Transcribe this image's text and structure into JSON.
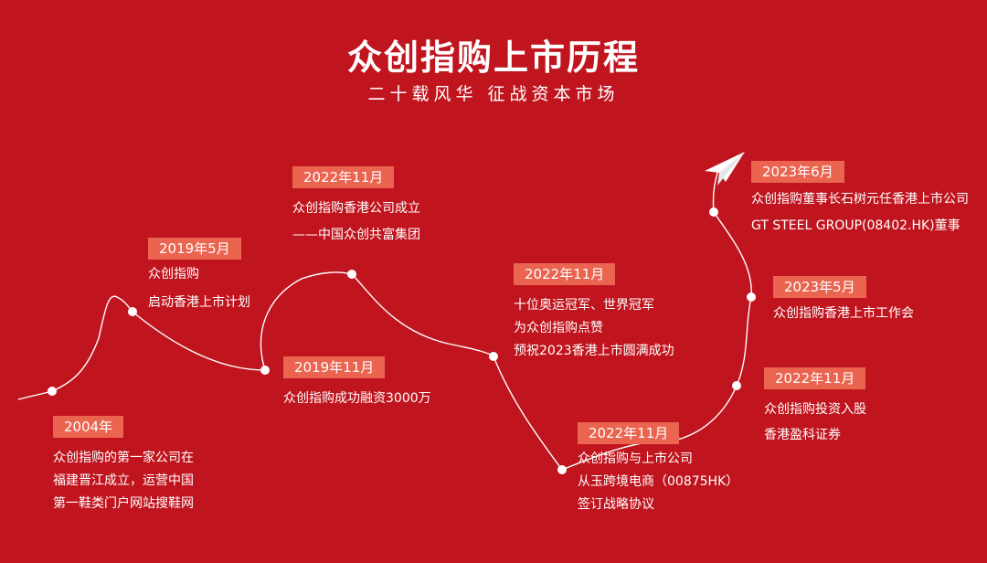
{
  "header": {
    "title": "众创指购上市历程",
    "subtitle": "二十载风华  征战资本市场"
  },
  "timeline": [
    {
      "date": "2004年",
      "lines": [
        "众创指购的第一家公司在",
        "福建晋江成立，运营中国",
        "第一鞋类门户网站搜鞋网"
      ]
    },
    {
      "date": "2019年5月",
      "lines": [
        "众创指购",
        "启动香港上市计划"
      ]
    },
    {
      "date": "2019年11月",
      "lines": [
        "众创指购成功融资3000万"
      ]
    },
    {
      "date": "2022年11月",
      "lines": [
        "众创指购香港公司成立",
        "——中国众创共富集团"
      ]
    },
    {
      "date": "2022年11月",
      "lines": [
        "十位奥运冠军、世界冠军",
        "为众创指购点赞",
        "预祝2023香港上市圆满成功"
      ]
    },
    {
      "date": "2022年11月",
      "lines": [
        "众创指购与上市公司",
        "从玉跨境电商（00875HK）",
        "签订战略协议"
      ]
    },
    {
      "date": "2022年11月",
      "lines": [
        "众创指购投资入股",
        "香港盈科证券"
      ]
    },
    {
      "date": "2023年5月",
      "lines": [
        "众创指购香港上市工作会"
      ]
    },
    {
      "date": "2023年6月",
      "lines": [
        "众创指购董事长石树元任香港上市公司",
        "GT STEEL GROUP(08402.HK)董事"
      ]
    }
  ],
  "colors": {
    "background": "#c0151f",
    "tag": "#ea6450",
    "line": "#ffffff"
  },
  "icons": {
    "end_marker": "paper-plane-icon"
  }
}
